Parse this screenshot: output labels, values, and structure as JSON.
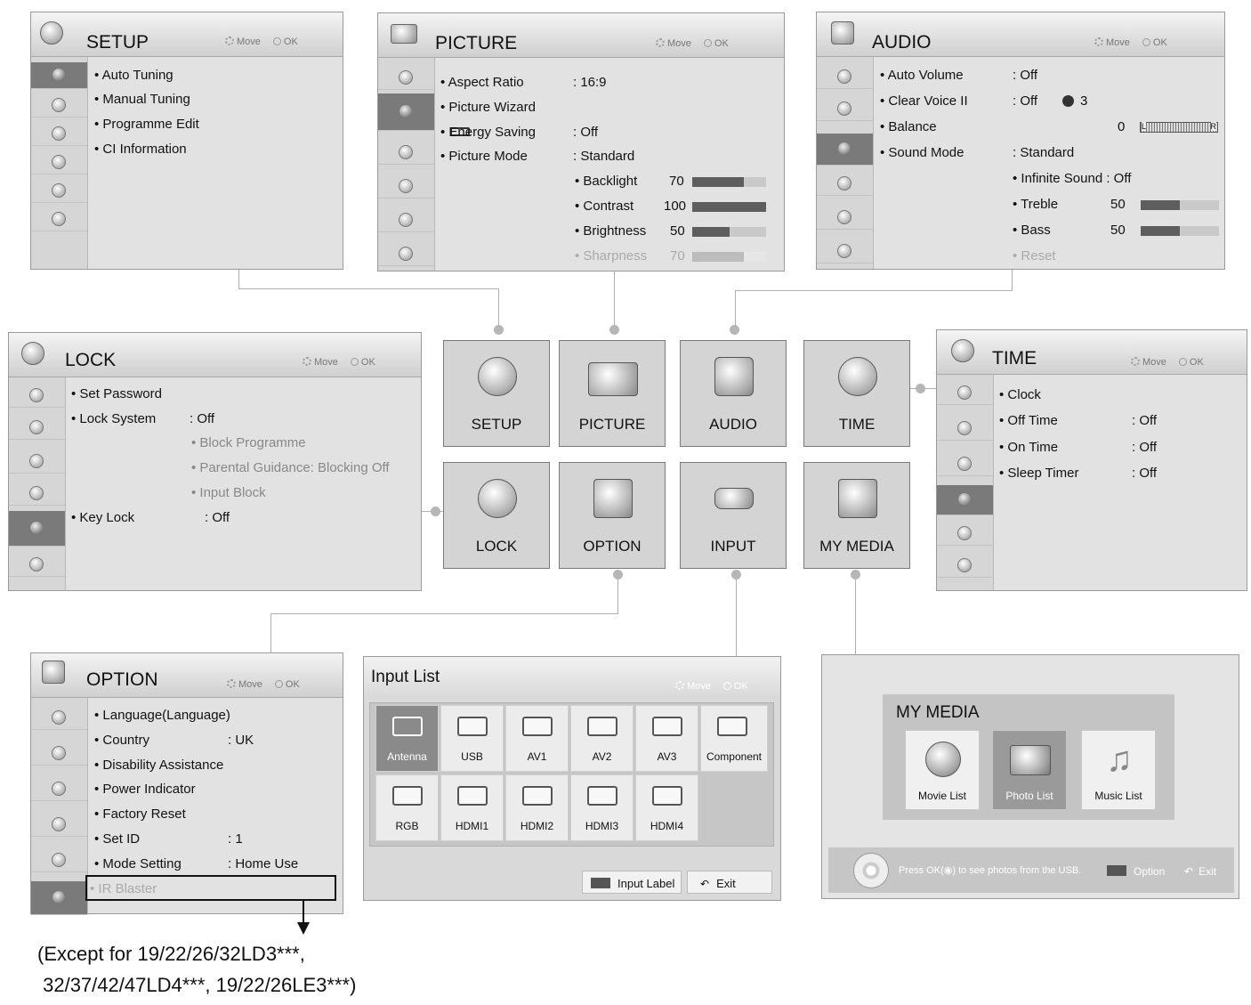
{
  "hint": {
    "move": "Move",
    "ok": "OK"
  },
  "setup": {
    "title": "SETUP",
    "items": [
      "• Auto Tuning",
      "• Manual Tuning",
      "• Programme Edit",
      "• CI Information"
    ]
  },
  "picture": {
    "title": "PICTURE",
    "rows": [
      {
        "label": "• Aspect Ratio",
        "value": ": 16:9"
      },
      {
        "label": "• Picture Wizard",
        "value": ""
      },
      {
        "label": "• Energy Saving",
        "value": ": Off"
      },
      {
        "label": "• Picture Mode",
        "value": ": Standard"
      }
    ],
    "sliders": [
      {
        "label": "• Backlight",
        "value": "70",
        "level": 0.7
      },
      {
        "label": "• Contrast",
        "value": "100",
        "level": 1.0
      },
      {
        "label": "• Brightness",
        "value": "50",
        "level": 0.5
      },
      {
        "label": "• Sharpness",
        "value": "70",
        "level": 0.7
      }
    ]
  },
  "audio": {
    "title": "AUDIO",
    "rows": [
      {
        "label": "• Auto Volume",
        "value": ": Off"
      },
      {
        "label": "• Clear Voice II",
        "value": ": Off"
      },
      {
        "label": "• Balance",
        "value": ""
      },
      {
        "label": "• Sound Mode",
        "value": ": Standard"
      }
    ],
    "clear_voice_level": "3",
    "balance_value": "0",
    "balance_left": "L",
    "balance_right": "R",
    "infinite_sound": "• Infinite Sound : Off",
    "treble": {
      "label": "• Treble",
      "value": "50",
      "level": 0.5
    },
    "bass": {
      "label": "• Bass",
      "value": "50",
      "level": 0.5
    },
    "reset": "• Reset"
  },
  "lock": {
    "title": "LOCK",
    "set_password": "• Set Password",
    "lock_system": "• Lock System",
    "lock_system_value": ": Off",
    "sub": [
      "• Block Programme",
      "• Parental Guidance: Blocking Off",
      "• Input Block"
    ],
    "key_lock": "• Key Lock",
    "key_lock_value": ": Off"
  },
  "time": {
    "title": "TIME",
    "rows": [
      {
        "label": "• Clock",
        "value": ""
      },
      {
        "label": "• Off Time",
        "value": ": Off"
      },
      {
        "label": "• On Time",
        "value": ": Off"
      },
      {
        "label": "• Sleep Timer",
        "value": ": Off"
      }
    ]
  },
  "main_menu": [
    "SETUP",
    "PICTURE",
    "AUDIO",
    "TIME",
    "LOCK",
    "OPTION",
    "INPUT",
    "MY MEDIA"
  ],
  "option": {
    "title": "OPTION",
    "rows": [
      {
        "label": "• Language(Language)",
        "value": ""
      },
      {
        "label": "• Country",
        "value": ": UK"
      },
      {
        "label": "• Disability Assistance",
        "value": ""
      },
      {
        "label": "• Power Indicator",
        "value": ""
      },
      {
        "label": "• Factory Reset",
        "value": ""
      },
      {
        "label": "• Set ID",
        "value": ": 1"
      },
      {
        "label": "• Mode Setting",
        "value": ": Home Use"
      }
    ],
    "ir_blaster": "• IR Blaster"
  },
  "input_list": {
    "title": "Input List",
    "row1": [
      "Antenna",
      "USB",
      "AV1",
      "AV2",
      "AV3",
      "Component"
    ],
    "row2": [
      "RGB",
      "HDMI1",
      "HDMI2",
      "HDMI3",
      "HDMI4"
    ],
    "input_label": "Input Label",
    "exit": "Exit"
  },
  "my_media": {
    "title": "MY MEDIA",
    "tiles": [
      "Movie List",
      "Photo List",
      "Music List"
    ],
    "help": "Press OK(◉) to see photos from the USB.",
    "option": "Option",
    "exit": "Exit"
  },
  "footnote": {
    "line1": "(Except for 19/22/26/32LD3***,",
    "line2": " 32/37/42/47LD4***, 19/22/26LE3***)"
  }
}
